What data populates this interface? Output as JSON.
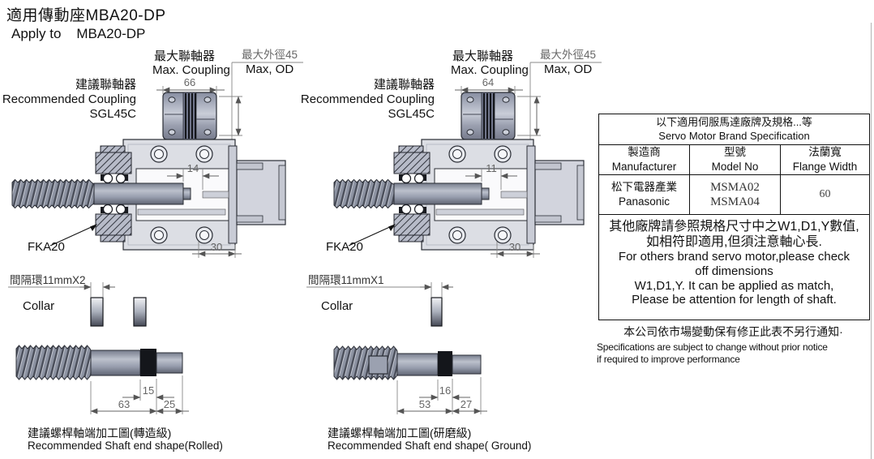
{
  "page": {
    "title_zh": "適用傳動座MBA20-DP",
    "title_en": "Apply to    MBA20-DP"
  },
  "drawings": [
    {
      "max_coupling_zh": "最大聯軸器",
      "max_coupling_en": "Max. Coupling",
      "coupling_width": "66",
      "max_od_zh": "最大外徑45",
      "max_od_en": "Max, OD",
      "recommended_zh": "建議聯軸器",
      "recommended_en": "Recommended Coupling",
      "coupling_model": "SGL45C",
      "bearing_label": "FKA20",
      "cavity_dim": "14",
      "flange_dim": "30",
      "collar_zh": "間隔環11mmX2",
      "collar_en": "Collar",
      "shaft_dim_mid": "15",
      "shaft_dim_left": "63",
      "shaft_dim_right": "25",
      "shaft_caption_zh": "建議螺桿軸端加工圖(轉造級)",
      "shaft_caption_en": "Recommended Shaft end shape(Rolled)"
    },
    {
      "max_coupling_zh": "最大聯軸器",
      "max_coupling_en": "Max. Coupling",
      "coupling_width": "64",
      "max_od_zh": "最大外徑45",
      "max_od_en": "Max, OD",
      "recommended_zh": "建議聯軸器",
      "recommended_en": "Recommended Coupling",
      "coupling_model": "SGL45C",
      "bearing_label": "FKA20",
      "cavity_dim": "11",
      "flange_dim": "30",
      "collar_zh": "間隔環11mmX1",
      "collar_en": "Collar",
      "shaft_dim_mid": "16",
      "shaft_dim_left": "53",
      "shaft_dim_right": "27",
      "shaft_caption_zh": "建議螺桿軸端加工圖(研磨級)",
      "shaft_caption_en": "Recommended Shaft end shape( Ground)"
    }
  ],
  "spec_table": {
    "title_zh": "以下適用伺服馬達廠牌及規格...等",
    "title_en": "Servo Motor Brand Specification",
    "col_manufacturer_zh": "製造商",
    "col_manufacturer_en": "Manufacturer",
    "col_model_zh": "型號",
    "col_model_en": "Model No",
    "col_flange_zh": "法蘭寬",
    "col_flange_en": "Flange Width",
    "row": {
      "manufacturer_zh": "松下電器產業",
      "manufacturer_en": "Panasonic",
      "model_1": "MSMA02",
      "model_2": "MSMA04",
      "flange_width": "60"
    },
    "note_zh_1": "其他廠牌請參照規格尺寸中之W1,D1,Y數值,",
    "note_zh_2": "如相符即適用,但須注意軸心長.",
    "note_en_1": "For others brand servo motor,please check",
    "note_en_2": "off dimensions",
    "note_en_3": "W1,D1,Y. It can be applied as match,",
    "note_en_4": "Please be attention for length of shaft."
  },
  "footer": {
    "notice_zh": "本公司依市場變動保有修正此表不另行通知·",
    "notice_en_1": "Specifications are subject to change without prior notice",
    "notice_en_2": "if required to improve performance"
  }
}
